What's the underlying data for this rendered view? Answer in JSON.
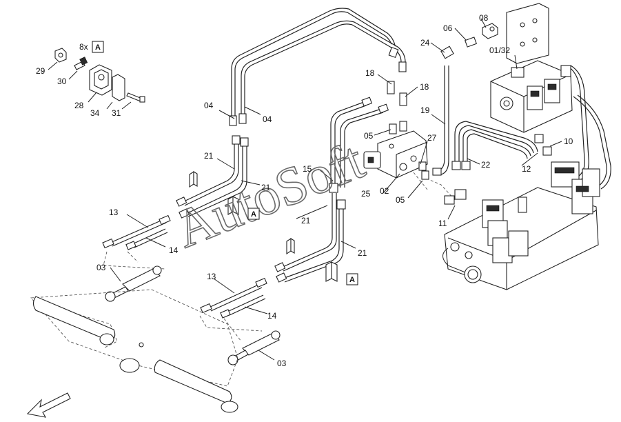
{
  "diagram": {
    "watermark": "AutoSoft",
    "callouts": {
      "c29": "29",
      "c30": "30",
      "c28": "28",
      "c34": "34",
      "c31": "31",
      "c8x": "8x",
      "c04a": "04",
      "c04b": "04",
      "c21a": "21",
      "c21b": "21",
      "c21c": "21",
      "c21d": "21",
      "c13a": "13",
      "c14a": "14",
      "c13b": "13",
      "c14b": "14",
      "c03a": "03",
      "c03b": "03",
      "c18a": "18",
      "c18b": "18",
      "c05a": "05",
      "c05b": "05",
      "c15": "15",
      "c02": "02",
      "c25": "25",
      "c27": "27",
      "c24": "24",
      "c06": "06",
      "c08": "08",
      "c0132": "01/32",
      "c19": "19",
      "c22": "22",
      "c12": "12",
      "c10": "10",
      "c11": "11"
    },
    "ref_boxes": {
      "box1": "A",
      "box2": "A",
      "box3": "A"
    }
  }
}
